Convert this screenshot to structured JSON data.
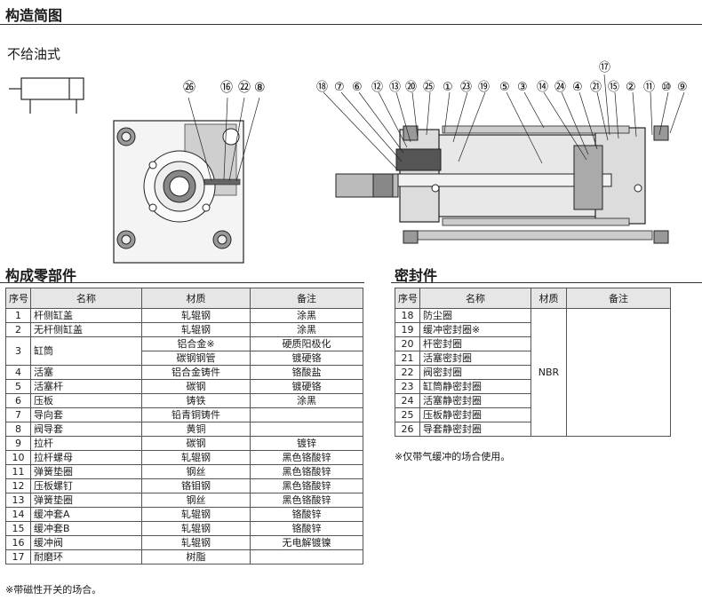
{
  "title": "构造简图",
  "subtitle": "不给油式",
  "front_callouts": [
    "㉖",
    "⑯",
    "㉒",
    "⑧"
  ],
  "side_callouts": [
    "⑱",
    "⑦",
    "⑥",
    "⑫",
    "⑬",
    "⑳",
    "㉕",
    "①",
    "㉓",
    "⑲",
    "⑤",
    "③",
    "⑭",
    "㉔",
    "④",
    "㉑",
    "⑮",
    "②",
    "⑪",
    "⑩",
    "⑨"
  ],
  "side_callout_top": "⑰",
  "parts_table": {
    "title": "构成零部件",
    "headers": [
      "序号",
      "名称",
      "材质",
      "备注"
    ],
    "rows": [
      {
        "no": "1",
        "name": "杆侧缸盖",
        "material": "轧辊钢",
        "remark": "涂黑"
      },
      {
        "no": "2",
        "name": "无杆侧缸盖",
        "material": "轧辊钢",
        "remark": "涂黑"
      },
      {
        "no": "3",
        "name": "缸筒",
        "material": "铝合金※",
        "remark": "硬质阳极化",
        "material2": "碳钢钢管",
        "remark2": "镀硬铬"
      },
      {
        "no": "4",
        "name": "活塞",
        "material": "铝合金铸件",
        "remark": "铬酸盐"
      },
      {
        "no": "5",
        "name": "活塞杆",
        "material": "碳钢",
        "remark": "镀硬铬"
      },
      {
        "no": "6",
        "name": "压板",
        "material": "铸铁",
        "remark": "涂黑"
      },
      {
        "no": "7",
        "name": "导向套",
        "material": "铅青铜铸件",
        "remark": ""
      },
      {
        "no": "8",
        "name": "阀导套",
        "material": "黄铜",
        "remark": ""
      },
      {
        "no": "9",
        "name": "拉杆",
        "material": "碳钢",
        "remark": "镀锌"
      },
      {
        "no": "10",
        "name": "拉杆螺母",
        "material": "轧辊钢",
        "remark": "黑色铬酸锌"
      },
      {
        "no": "11",
        "name": "弹簧垫圈",
        "material": "钢丝",
        "remark": "黑色铬酸锌"
      },
      {
        "no": "12",
        "name": "压板螺钉",
        "material": "铬钼钢",
        "remark": "黑色铬酸锌"
      },
      {
        "no": "13",
        "name": "弹簧垫圈",
        "material": "钢丝",
        "remark": "黑色铬酸锌"
      },
      {
        "no": "14",
        "name": "缓冲套A",
        "material": "轧辊钢",
        "remark": "铬酸锌"
      },
      {
        "no": "15",
        "name": "缓冲套B",
        "material": "轧辊钢",
        "remark": "铬酸锌"
      },
      {
        "no": "16",
        "name": "缓冲阀",
        "material": "轧辊钢",
        "remark": "无电解镀镍"
      },
      {
        "no": "17",
        "name": "耐磨环",
        "material": "树脂",
        "remark": ""
      }
    ],
    "note": "※带磁性开关的场合。"
  },
  "seals_table": {
    "title": "密封件",
    "headers": [
      "序号",
      "名称",
      "材质",
      "备注"
    ],
    "material": "NBR",
    "rows": [
      {
        "no": "18",
        "name": "防尘圈"
      },
      {
        "no": "19",
        "name": "缓冲密封圈※"
      },
      {
        "no": "20",
        "name": "杆密封圈"
      },
      {
        "no": "21",
        "name": "活塞密封圈"
      },
      {
        "no": "22",
        "name": "阀密封圈"
      },
      {
        "no": "23",
        "name": "缸筒静密封圈"
      },
      {
        "no": "24",
        "name": "活塞静密封圈"
      },
      {
        "no": "25",
        "name": "压板静密封圈"
      },
      {
        "no": "26",
        "name": "导套静密封圈"
      }
    ],
    "note": "※仅带气缓冲的场合使用。"
  }
}
